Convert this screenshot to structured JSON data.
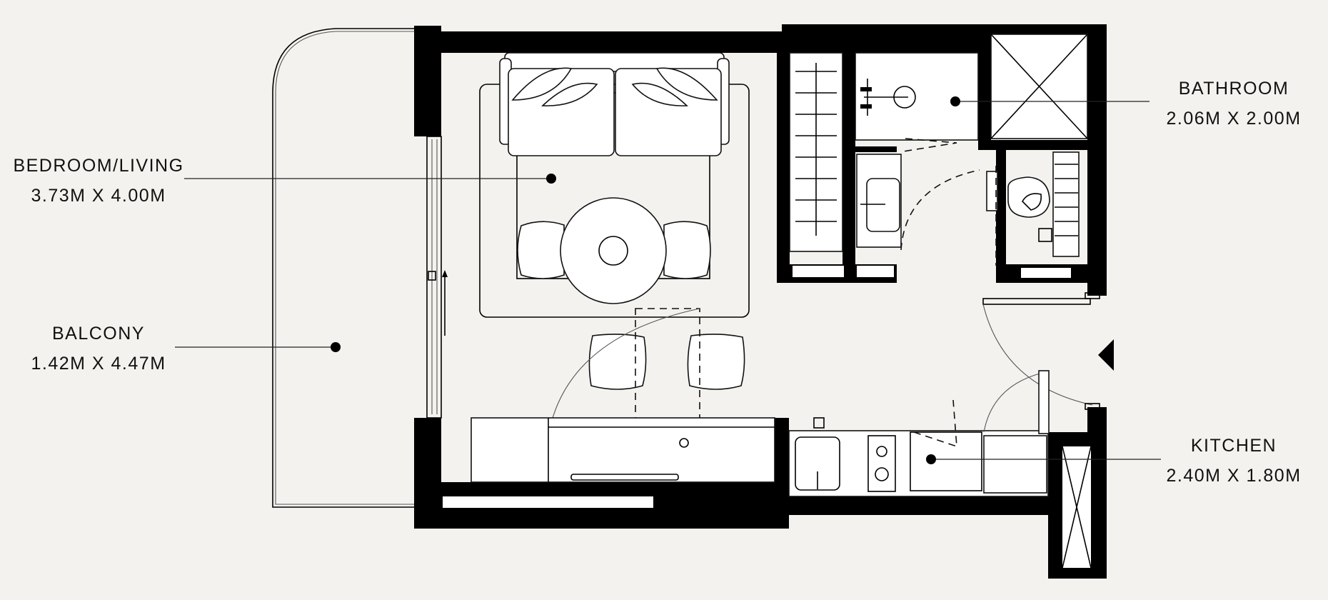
{
  "rooms": [
    {
      "id": "bedroom_living",
      "name": "BEDROOM/LIVING",
      "size": "3.73M X 4.00M"
    },
    {
      "id": "balcony",
      "name": "BALCONY",
      "size": "1.42M X 4.47M"
    },
    {
      "id": "bathroom",
      "name": "BATHROOM",
      "size": "2.06M X 2.00M"
    },
    {
      "id": "kitchen",
      "name": "KITCHEN",
      "size": "2.40M X 1.80M"
    }
  ],
  "colors": {
    "background": "#f3f2ee",
    "wall": "#000000",
    "line": "#111111"
  },
  "icons": {
    "entrance": "entrance-triangle-icon"
  }
}
